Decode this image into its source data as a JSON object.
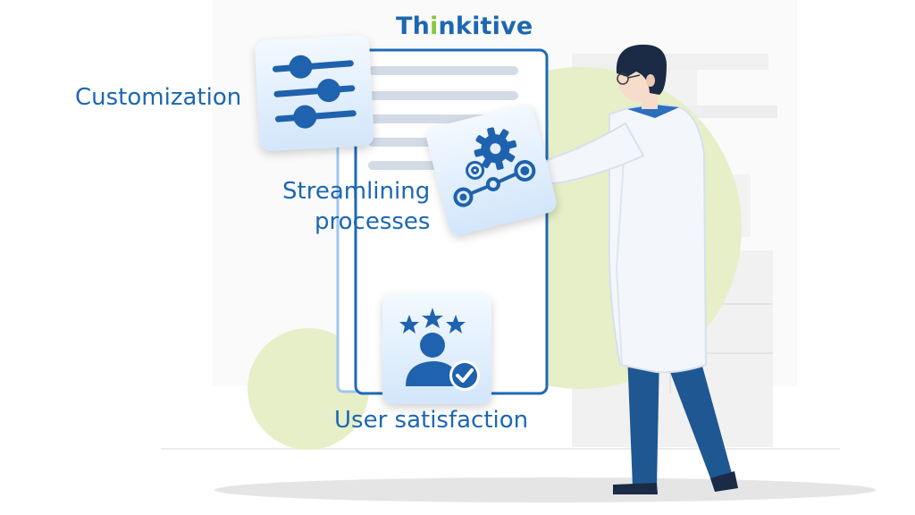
{
  "brand": {
    "prefix": "Th",
    "accent": "i",
    "suffix": "nkitive"
  },
  "labels": {
    "customization": "Customization",
    "streamlining": "Streamlining",
    "processes": "processes",
    "user_satisfaction": "User satisfaction"
  },
  "icons": {
    "customization": "sliders-icon",
    "streamlining": "gears-workflow-icon",
    "satisfaction": "user-stars-check-icon"
  },
  "colors": {
    "brand_blue": "#1d67b2",
    "brand_green": "#8ac53f",
    "icon_blue": "#1f62ad",
    "blob_green": "#e6efc7",
    "coat": "#f3f7fb",
    "pants": "#1e5792"
  }
}
